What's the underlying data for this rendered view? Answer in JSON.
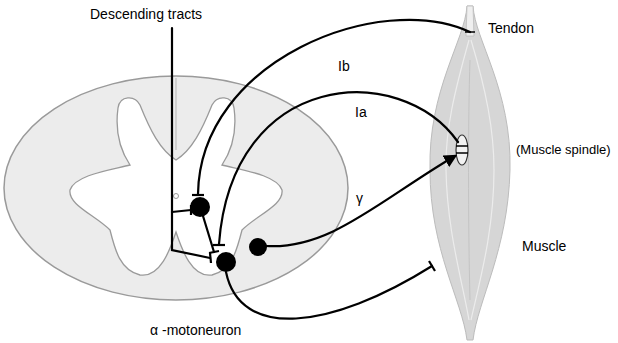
{
  "diagram": {
    "labels": [
      "Descending tracts",
      "Ib",
      "Ia",
      "Tendon",
      "(Muscle spindle)",
      "γ",
      "Muscle",
      "α -motoneuron"
    ]
  }
}
